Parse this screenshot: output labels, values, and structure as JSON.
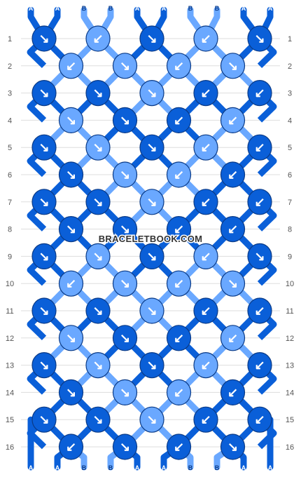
{
  "pattern": {
    "strand_colors": {
      "A": "#0a5fd8",
      "B": "#6aa8ff"
    },
    "outline_color": "#0a3a86",
    "row_label_color": "#555555",
    "strands_top": [
      "A",
      "A",
      "B",
      "B",
      "A",
      "A",
      "B",
      "B",
      "A",
      "A"
    ],
    "strands_bottom": [
      "A",
      "A",
      "B",
      "B",
      "A",
      "A",
      "B",
      "B",
      "A",
      "A"
    ],
    "row_labels": [
      "1",
      "2",
      "3",
      "4",
      "5",
      "6",
      "7",
      "8",
      "9",
      "10",
      "11",
      "12",
      "13",
      "14",
      "15",
      "16"
    ],
    "rows": [
      [
        {
          "c": "A",
          "d": "↘"
        },
        {
          "c": "B",
          "d": "↙"
        },
        {
          "c": "A",
          "d": "↘"
        },
        {
          "c": "B",
          "d": "↙"
        },
        {
          "c": "A",
          "d": "↘"
        }
      ],
      [
        {
          "c": "B",
          "d": "↙"
        },
        {
          "c": "B",
          "d": "↘"
        },
        {
          "c": "B",
          "d": "↙"
        },
        {
          "c": "B",
          "d": "↘"
        }
      ],
      [
        {
          "c": "A",
          "d": "↘"
        },
        {
          "c": "A",
          "d": "↘"
        },
        {
          "c": "B",
          "d": "↘"
        },
        {
          "c": "A",
          "d": "↙"
        },
        {
          "c": "A",
          "d": "↙"
        }
      ],
      [
        {
          "c": "B",
          "d": "↘"
        },
        {
          "c": "A",
          "d": "↘"
        },
        {
          "c": "A",
          "d": "↙"
        },
        {
          "c": "B",
          "d": "↙"
        }
      ],
      [
        {
          "c": "A",
          "d": "↘"
        },
        {
          "c": "B",
          "d": "↘"
        },
        {
          "c": "A",
          "d": "↘"
        },
        {
          "c": "B",
          "d": "↙"
        },
        {
          "c": "A",
          "d": "↙"
        }
      ],
      [
        {
          "c": "A",
          "d": "↘"
        },
        {
          "c": "B",
          "d": "↘"
        },
        {
          "c": "B",
          "d": "↙"
        },
        {
          "c": "A",
          "d": "↙"
        }
      ],
      [
        {
          "c": "A",
          "d": "↘"
        },
        {
          "c": "A",
          "d": "↘"
        },
        {
          "c": "B",
          "d": "↘"
        },
        {
          "c": "A",
          "d": "↙"
        },
        {
          "c": "A",
          "d": "↙"
        }
      ],
      [
        {
          "c": "A",
          "d": "↘"
        },
        {
          "c": "A",
          "d": "↘"
        },
        {
          "c": "A",
          "d": "↙"
        },
        {
          "c": "A",
          "d": "↙"
        }
      ],
      [
        {
          "c": "A",
          "d": "↘"
        },
        {
          "c": "B",
          "d": "↘"
        },
        {
          "c": "A",
          "d": "↘"
        },
        {
          "c": "B",
          "d": "↙"
        },
        {
          "c": "A",
          "d": "↘"
        }
      ],
      [
        {
          "c": "B",
          "d": "↙"
        },
        {
          "c": "B",
          "d": "↘"
        },
        {
          "c": "B",
          "d": "↙"
        },
        {
          "c": "B",
          "d": "↘"
        }
      ],
      [
        {
          "c": "A",
          "d": "↘"
        },
        {
          "c": "A",
          "d": "↘"
        },
        {
          "c": "B",
          "d": "↘"
        },
        {
          "c": "A",
          "d": "↙"
        },
        {
          "c": "A",
          "d": "↙"
        }
      ],
      [
        {
          "c": "B",
          "d": "↘"
        },
        {
          "c": "A",
          "d": "↘"
        },
        {
          "c": "A",
          "d": "↙"
        },
        {
          "c": "B",
          "d": "↙"
        }
      ],
      [
        {
          "c": "A",
          "d": "↘"
        },
        {
          "c": "B",
          "d": "↘"
        },
        {
          "c": "A",
          "d": "↘"
        },
        {
          "c": "B",
          "d": "↙"
        },
        {
          "c": "A",
          "d": "↙"
        }
      ],
      [
        {
          "c": "A",
          "d": "↘"
        },
        {
          "c": "B",
          "d": "↘"
        },
        {
          "c": "B",
          "d": "↙"
        },
        {
          "c": "A",
          "d": "↙"
        }
      ],
      [
        {
          "c": "A",
          "d": "↘"
        },
        {
          "c": "A",
          "d": "↘"
        },
        {
          "c": "B",
          "d": "↘"
        },
        {
          "c": "A",
          "d": "↙"
        },
        {
          "c": "A",
          "d": "↙"
        }
      ],
      [
        {
          "c": "A",
          "d": "↙"
        },
        {
          "c": "A",
          "d": "↘"
        },
        {
          "c": "A",
          "d": "↙"
        },
        {
          "c": "A",
          "d": "↘"
        }
      ]
    ],
    "watermark": "BRACELETBOOK.COM"
  }
}
